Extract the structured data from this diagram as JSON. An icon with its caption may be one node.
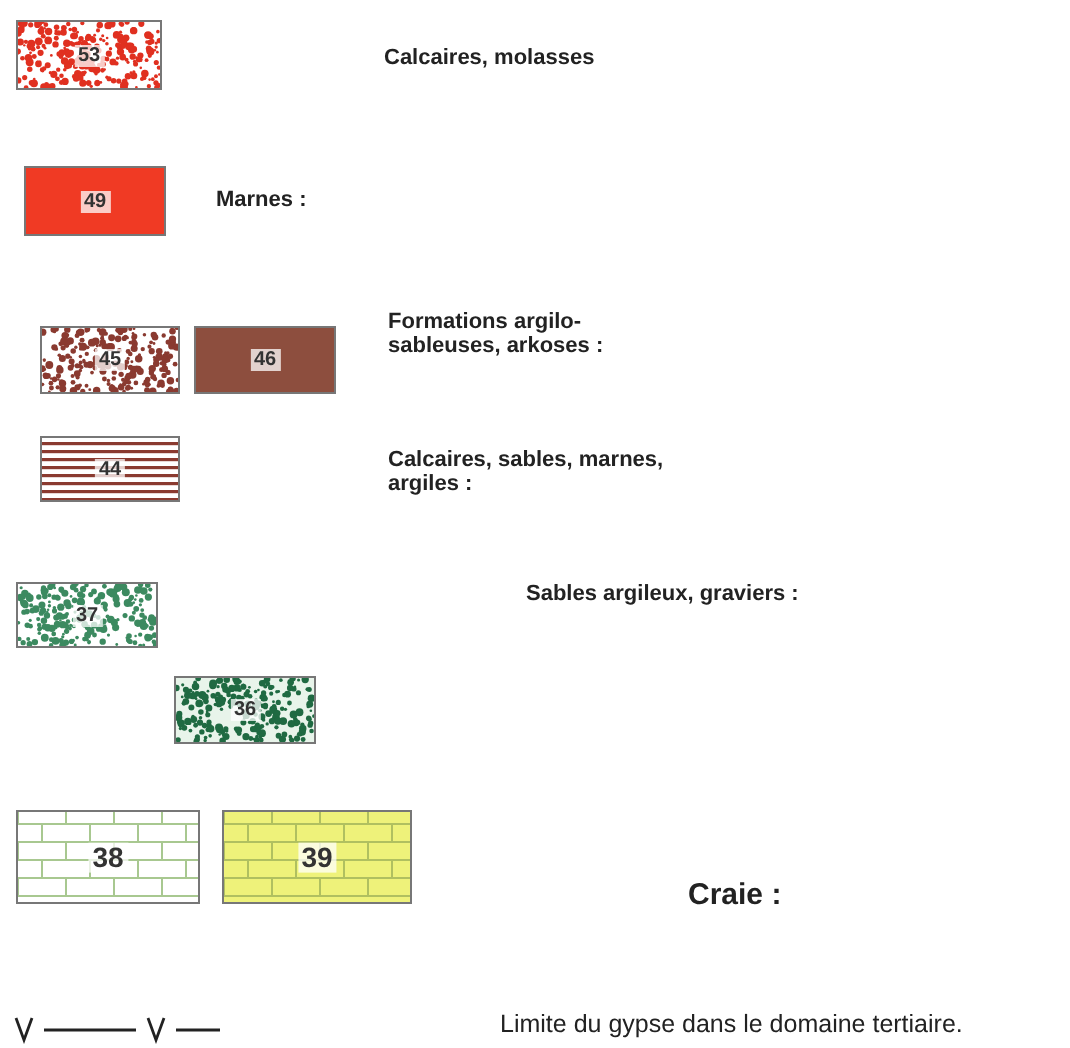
{
  "diagram": {
    "nodes": [
      {
        "text": [
          "53"
        ]
      },
      {
        "text": [
          "49"
        ]
      },
      {
        "text": [
          "45"
        ]
      },
      {
        "text": [
          "46"
        ]
      },
      {
        "text": [
          "44"
        ]
      },
      {
        "text": [
          "37"
        ]
      },
      {
        "text": [
          "36"
        ]
      },
      {
        "text": [
          "38"
        ]
      },
      {
        "text": [
          "39"
        ]
      }
    ],
    "labels": [
      "Calcaires, molasses",
      "Marnes :",
      "Formations argilo-sableuses, arkoses :",
      "Calcaires, sables, marnes, argiles :",
      "Sables argileux, graviers :",
      "Craie :",
      "Limite du gypse dans le domaine tertiaire."
    ]
  }
}
